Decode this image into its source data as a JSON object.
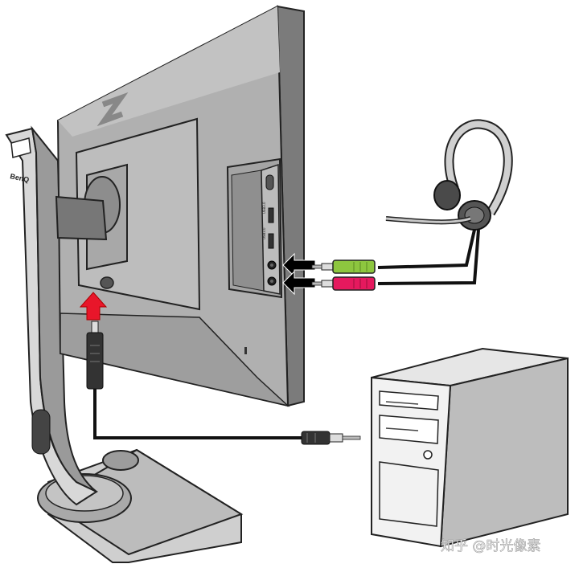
{
  "monitor": {
    "brand": "BenQ",
    "ports": [
      {
        "label": "USB3.0"
      },
      {
        "label": "USB3.0"
      }
    ]
  },
  "watermark": "知乎 @时光像素",
  "colors": {
    "background": "#ffffff",
    "monitor_body": "#a6a6a6",
    "monitor_back": "#b5b5b5",
    "stand": "#c8c8c8",
    "arrow": "#e8162a",
    "headphone_plug": "#8dc63f",
    "mic_plug": "#e5195e",
    "cable": "#111111",
    "pc_tower": "#d9d9d9"
  }
}
